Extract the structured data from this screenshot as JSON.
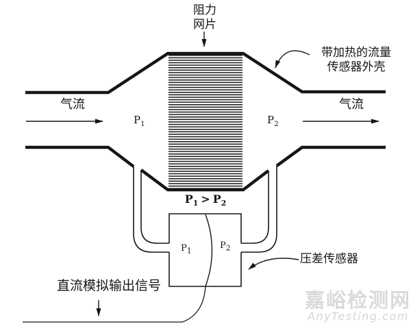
{
  "labels": {
    "resistance_mesh": {
      "line1": "阻力",
      "line2": "网片"
    },
    "heated_housing": {
      "line1": "带加热的流量",
      "line2": "传感器外壳"
    },
    "airflow_left": "气流",
    "airflow_right": "气流",
    "dp_sensor": "压差传感器",
    "dc_output_signal": "直流模拟输出信号"
  },
  "pressure_labels": {
    "p1_duct": {
      "base": "P",
      "sub": "1"
    },
    "p2_duct": {
      "base": "P",
      "sub": "2"
    },
    "relation": {
      "left_base": "P",
      "left_sub": "1",
      "operator": ">",
      "right_base": "P",
      "right_sub": "2"
    },
    "p1_box": {
      "base": "P",
      "sub": "1"
    },
    "p2_box": {
      "base": "P",
      "sub": "2"
    }
  },
  "watermark": {
    "site_name": "嘉峪检测网",
    "site_url": "AnyTesting.com"
  },
  "colors": {
    "ink": "#161616",
    "watermark_text": "#dadada",
    "watermark_url": "#d5d5d5",
    "background": "#ffffff"
  }
}
